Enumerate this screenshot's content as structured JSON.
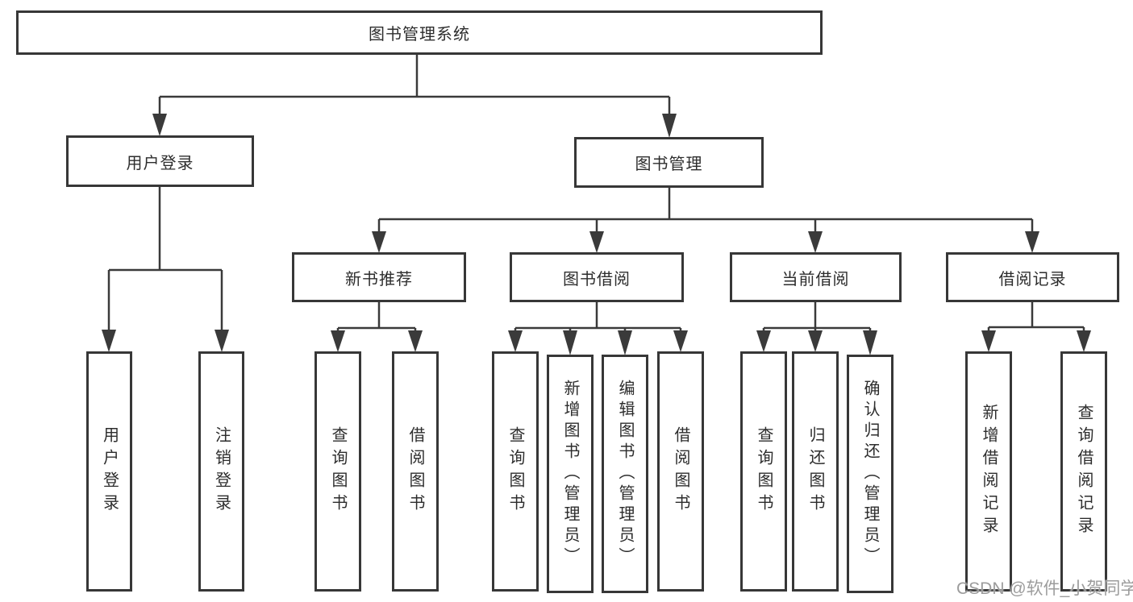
{
  "watermark": {
    "text": "CSDN @软件_小贺同学"
  },
  "diagram": {
    "root": {
      "label": "图书管理系统"
    },
    "level2": [
      {
        "label": "用户登录",
        "leaves": [
          {
            "label": "用户登录"
          },
          {
            "label": "注销登录"
          }
        ]
      },
      {
        "label": "图书管理",
        "children": [
          {
            "label": "新书推荐",
            "leaves": [
              {
                "label": "查询图书"
              },
              {
                "label": "借阅图书"
              }
            ]
          },
          {
            "label": "图书借阅",
            "leaves": [
              {
                "label": "查询图书"
              },
              {
                "label": "新增图书（管理员）"
              },
              {
                "label": "编辑图书（管理员）"
              },
              {
                "label": "借阅图书"
              }
            ]
          },
          {
            "label": "当前借阅",
            "leaves": [
              {
                "label": "查询图书"
              },
              {
                "label": "归还图书"
              },
              {
                "label": "确认归还（管理员）"
              }
            ]
          },
          {
            "label": "借阅记录",
            "leaves": [
              {
                "label": "新增借阅记录"
              },
              {
                "label": "查询借阅记录"
              }
            ]
          }
        ]
      }
    ],
    "colors": {
      "line": "#3a3a3a",
      "box_border": "#373737",
      "text": "#2d2d2d",
      "background": "#ffffff",
      "watermark": "#9c9c9c"
    }
  }
}
